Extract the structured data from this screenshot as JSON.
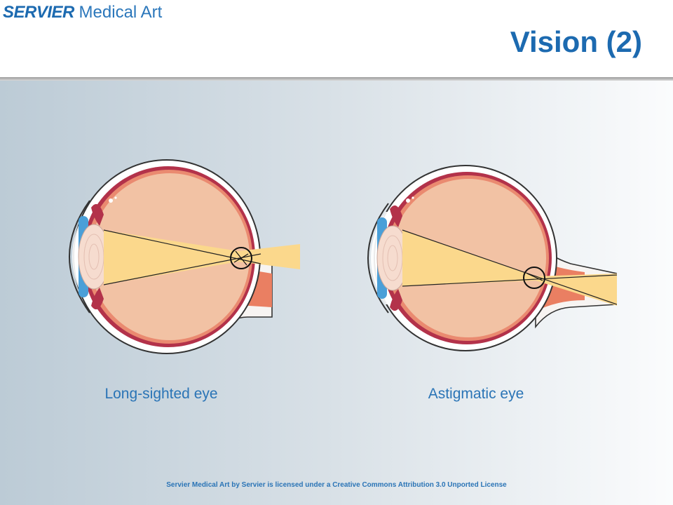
{
  "header": {
    "logo_bold": "SERVIER",
    "logo_light": "Medical Art",
    "title": "Vision (2)"
  },
  "diagrams": [
    {
      "caption": "Long-sighted eye"
    },
    {
      "caption": "Astigmatic eye"
    }
  ],
  "footer": {
    "license": "Servier Medical Art by Servier is licensed under a Creative Commons Attribution 3.0 Unported License"
  },
  "colors": {
    "brand_blue": "#1c6ab0",
    "vitreous": "#f2c2a4",
    "lens": "#f6dccf",
    "light_beam": "#fbd88c",
    "optic_nerve": "#ea7f62",
    "choroid": "#b3324a",
    "iris": "#4a9fd8"
  }
}
